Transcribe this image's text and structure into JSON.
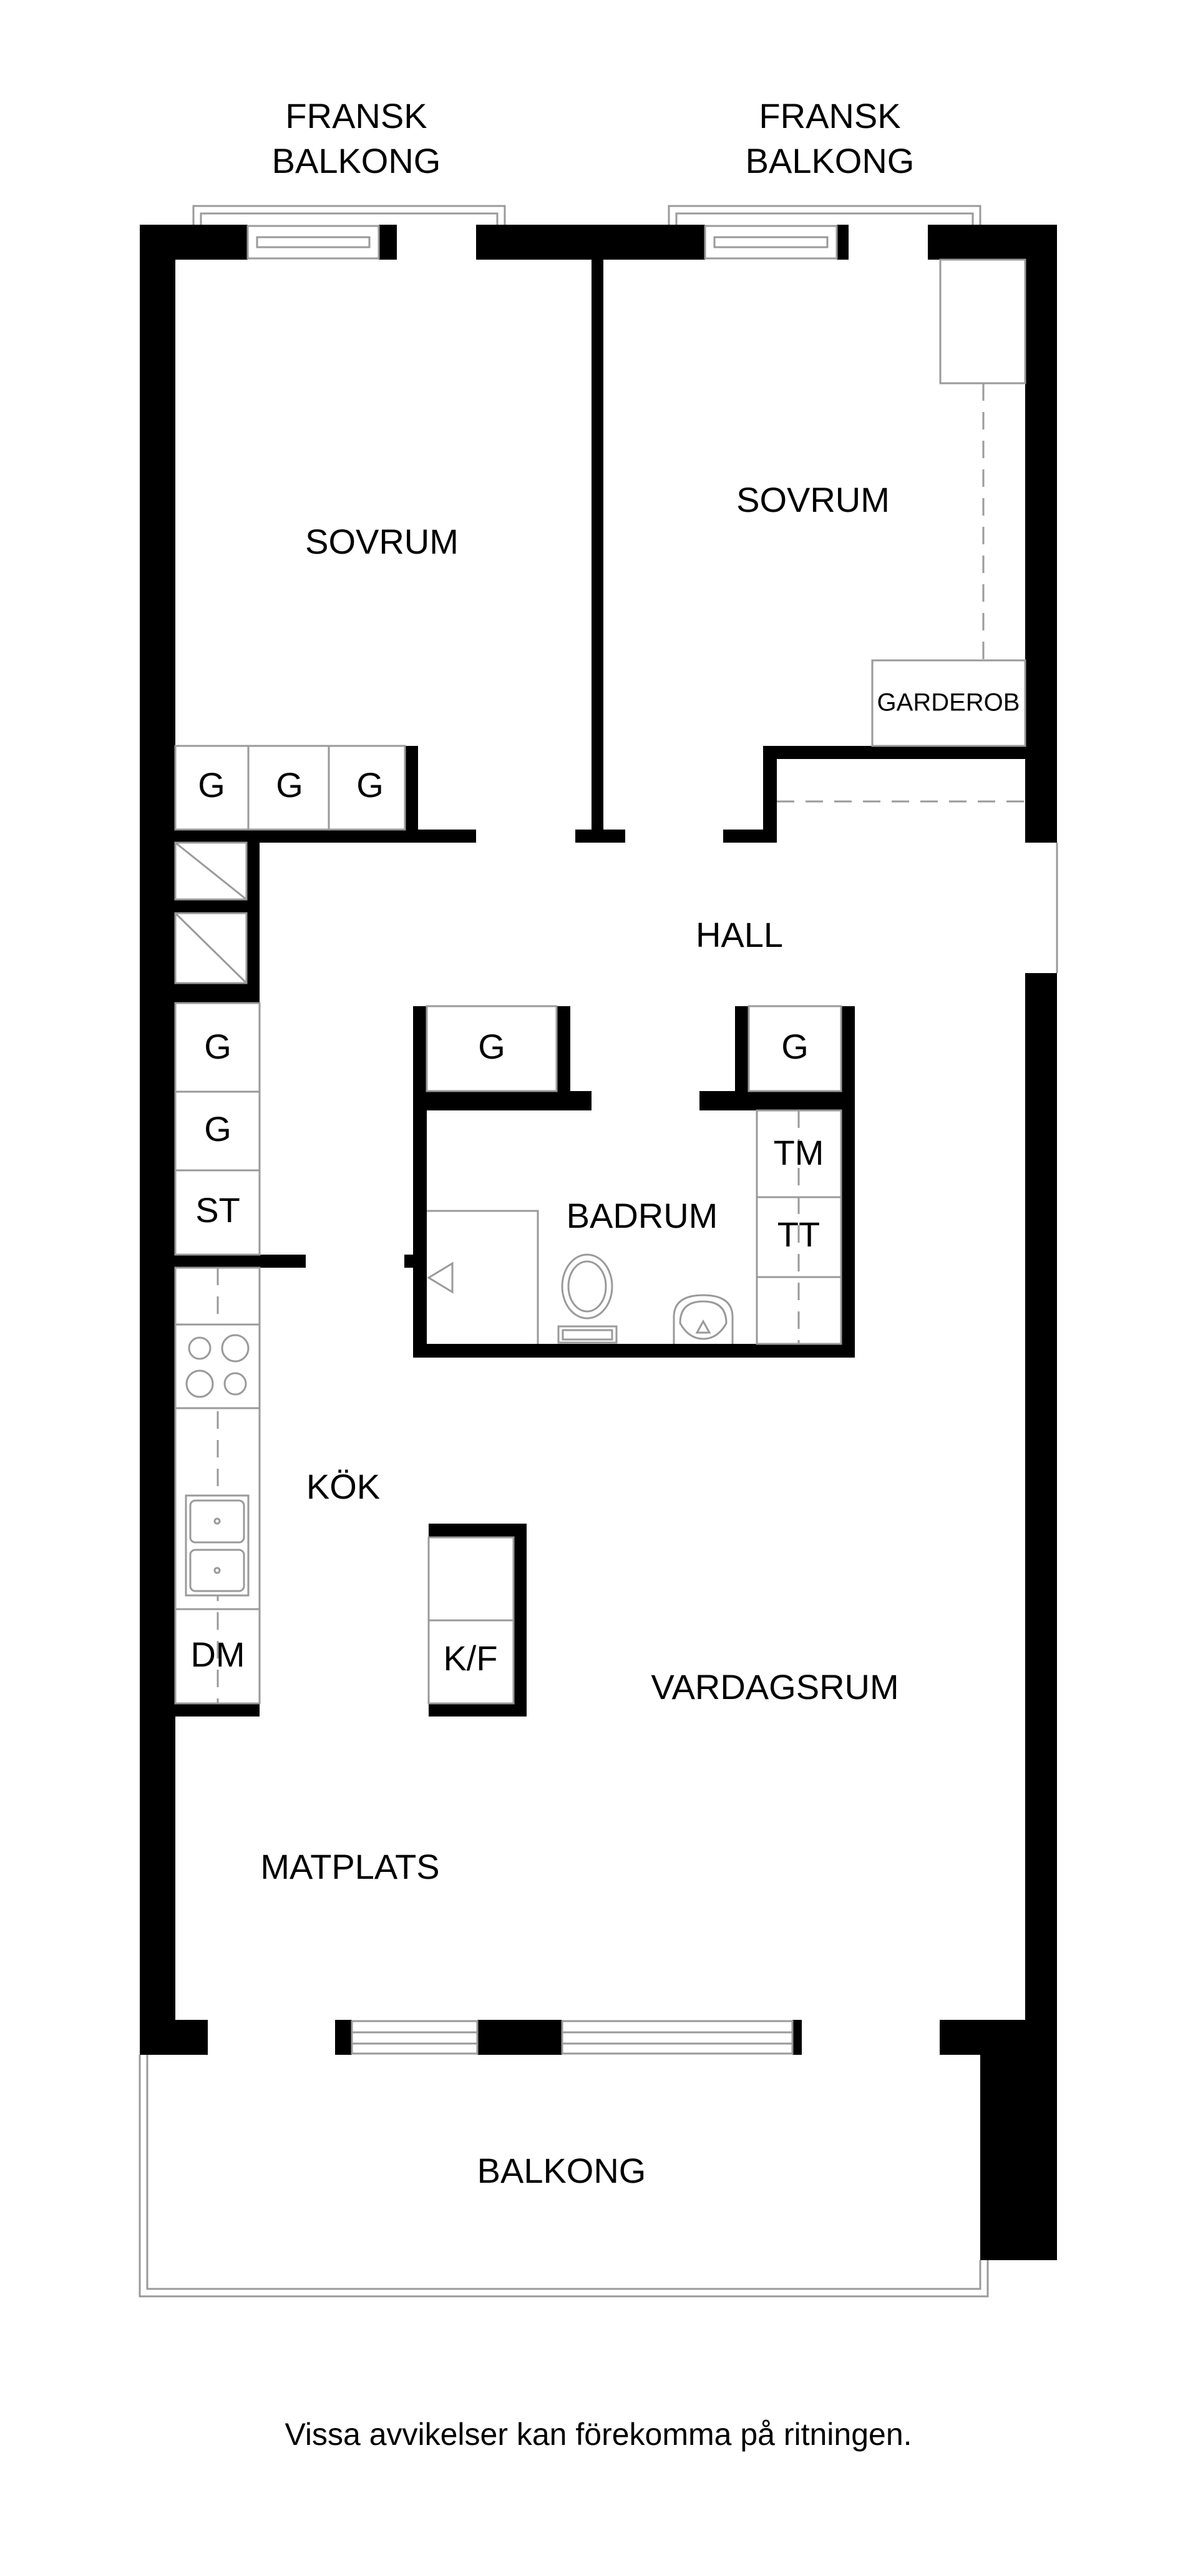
{
  "labels": {
    "french_balcony_left": [
      "FRANSK",
      "BALKONG"
    ],
    "french_balcony_right": [
      "FRANSK",
      "BALKONG"
    ],
    "bedroom_left": "SOVRUM",
    "bedroom_right": "SOVRUM",
    "wardrobe": "GARDEROB",
    "closet": "G",
    "hall": "HALL",
    "bathroom": "BADRUM",
    "washer": "TM",
    "dryer": "TT",
    "storage": "ST",
    "kitchen": "KÖK",
    "dishwasher": "DM",
    "fridge_freezer": "K/F",
    "living_room": "VARDAGSRUM",
    "dining": "MATPLATS",
    "balcony": "BALKONG"
  },
  "footer": "Vissa avvikelser kan förekomma på ritningen."
}
